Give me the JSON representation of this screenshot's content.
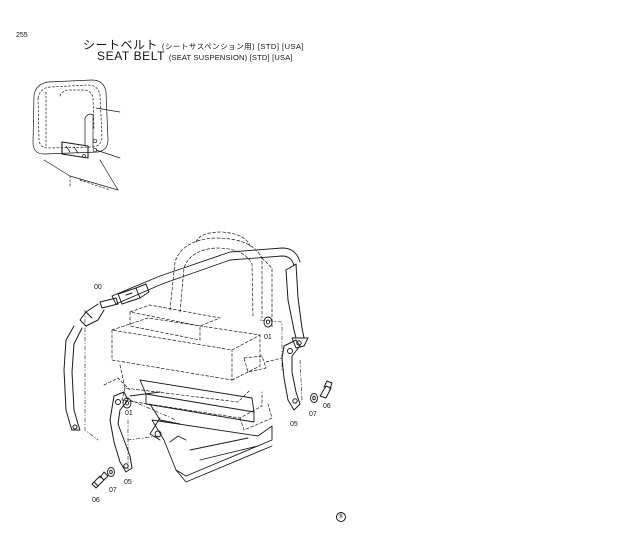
{
  "page_number": "255",
  "title_jp": {
    "main": "シートベルト",
    "sub": "(シートサスペンション用) [STD] [USA]"
  },
  "title_en": {
    "main": "SEAT  BELT",
    "sub": "(SEAT SUSPENSION) [STD] [USA]"
  },
  "callouts": {
    "c00": "00",
    "c01a": "01",
    "c01b": "01",
    "c05a": "05",
    "c05b": "05",
    "c06a": "06",
    "c06b": "06",
    "c07a": "07",
    "c07b": "07"
  },
  "footer_mark": "⑥"
}
